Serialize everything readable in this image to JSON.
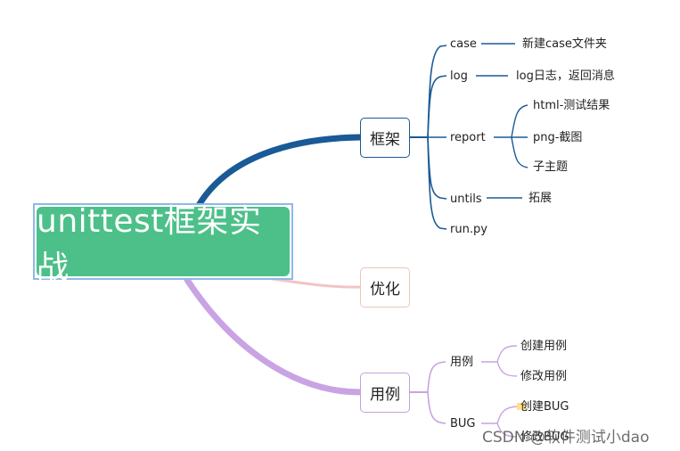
{
  "root": {
    "label": "unittest框架实战"
  },
  "branches": {
    "framework": {
      "label": "框架",
      "children": {
        "case": {
          "label": "case",
          "child": "新建case文件夹"
        },
        "log": {
          "label": "log",
          "child": "log日志，返回消息"
        },
        "report": {
          "label": "report",
          "children": [
            "html-测试结果",
            "png-截图",
            "子主题"
          ]
        },
        "untils": {
          "label": "untils",
          "child": "拓展"
        },
        "runpy": {
          "label": "run.py"
        }
      }
    },
    "optimize": {
      "label": "优化"
    },
    "usecase": {
      "label": "用例",
      "children": {
        "cases": {
          "label": "用例",
          "children": [
            "创建用例",
            "修改用例"
          ]
        },
        "bug": {
          "label": "BUG",
          "children": [
            "创建BUG",
            "修改BUG"
          ]
        }
      }
    }
  },
  "watermark": "CSDN @软件测试小dao",
  "colors": {
    "blue": "#1a5a96",
    "purple": "#c9a3e3",
    "pink": "#f3c4c4",
    "green": "#4dc08a"
  }
}
